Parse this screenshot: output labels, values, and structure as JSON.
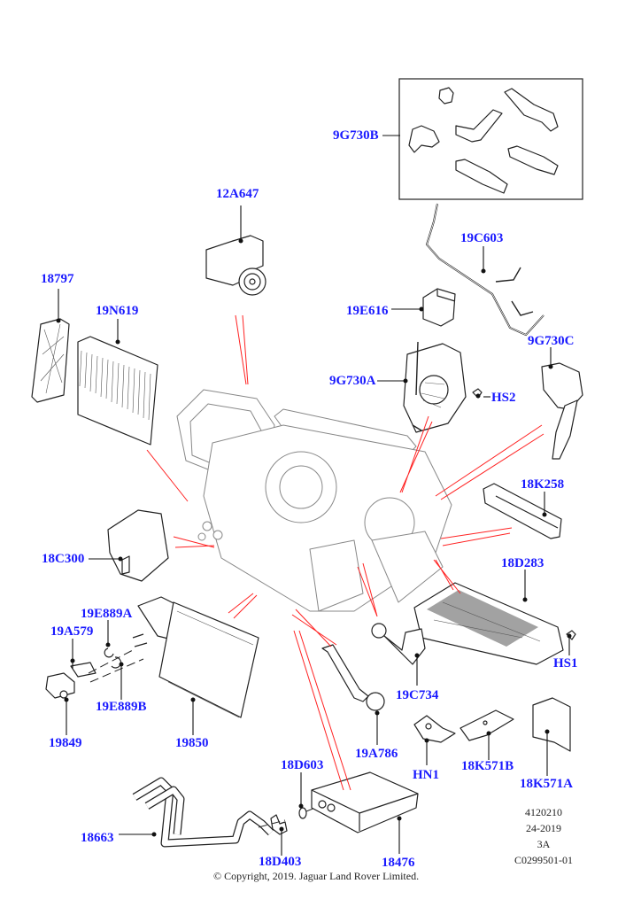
{
  "diagram": {
    "type": "exploded-parts-diagram",
    "subject": "Heater and air conditioning unit assembly",
    "label_color": "#1a1aff",
    "leader_color": "#ff2222",
    "callouts": [
      {
        "id": "9G730B",
        "part": "actuator-link-kit"
      },
      {
        "id": "12A647",
        "part": "blower-motor"
      },
      {
        "id": "19C603",
        "part": "wiring-harness"
      },
      {
        "id": "18797",
        "part": "filter-cover"
      },
      {
        "id": "19N619",
        "part": "pollen-filter"
      },
      {
        "id": "19E616",
        "part": "blower-control-module"
      },
      {
        "id": "9G730A",
        "part": "actuator-assembly"
      },
      {
        "id": "HS2",
        "part": "screw"
      },
      {
        "id": "9G730C",
        "part": "actuator"
      },
      {
        "id": "18K258",
        "part": "duct"
      },
      {
        "id": "18C300",
        "part": "cover"
      },
      {
        "id": "18D283",
        "part": "heater-panel"
      },
      {
        "id": "19E889A",
        "part": "o-ring"
      },
      {
        "id": "19A579",
        "part": "gasket"
      },
      {
        "id": "19E889B",
        "part": "o-ring"
      },
      {
        "id": "HS1",
        "part": "screw"
      },
      {
        "id": "19849",
        "part": "expansion-valve"
      },
      {
        "id": "19850",
        "part": "evaporator-core"
      },
      {
        "id": "19C734",
        "part": "sensor"
      },
      {
        "id": "19A786",
        "part": "drain-tube"
      },
      {
        "id": "HN1",
        "part": "nut"
      },
      {
        "id": "18K571B",
        "part": "bracket"
      },
      {
        "id": "18K571A",
        "part": "shield"
      },
      {
        "id": "18D603",
        "part": "o-ring"
      },
      {
        "id": "18663",
        "part": "heater-hose"
      },
      {
        "id": "18D403",
        "part": "clip"
      },
      {
        "id": "18476",
        "part": "heater-core"
      }
    ]
  },
  "labels": {
    "l9G730B": "9G730B",
    "l12A647": "12A647",
    "l19C603": "19C603",
    "l18797": "18797",
    "l19N619": "19N619",
    "l19E616": "19E616",
    "l9G730A": "9G730A",
    "lHS2": "HS2",
    "l9G730C": "9G730C",
    "l18K258": "18K258",
    "l18C300": "18C300",
    "l18D283": "18D283",
    "l19E889A": "19E889A",
    "l19A579": "19A579",
    "l19E889B": "19E889B",
    "lHS1": "HS1",
    "l19849": "19849",
    "l19850": "19850",
    "l19C734": "19C734",
    "l19A786": "19A786",
    "lHN1": "HN1",
    "l18K571B": "18K571B",
    "l18K571A": "18K571A",
    "l18D603": "18D603",
    "l18663": "18663",
    "l18D403": "18D403",
    "l18476": "18476"
  },
  "meta": {
    "illustration_number": "4120210",
    "date_code": "24-2019",
    "revision": "3A",
    "catalog_ref": "C0299501-01"
  },
  "copyright": "© Copyright, 2019. Jaguar Land Rover Limited."
}
